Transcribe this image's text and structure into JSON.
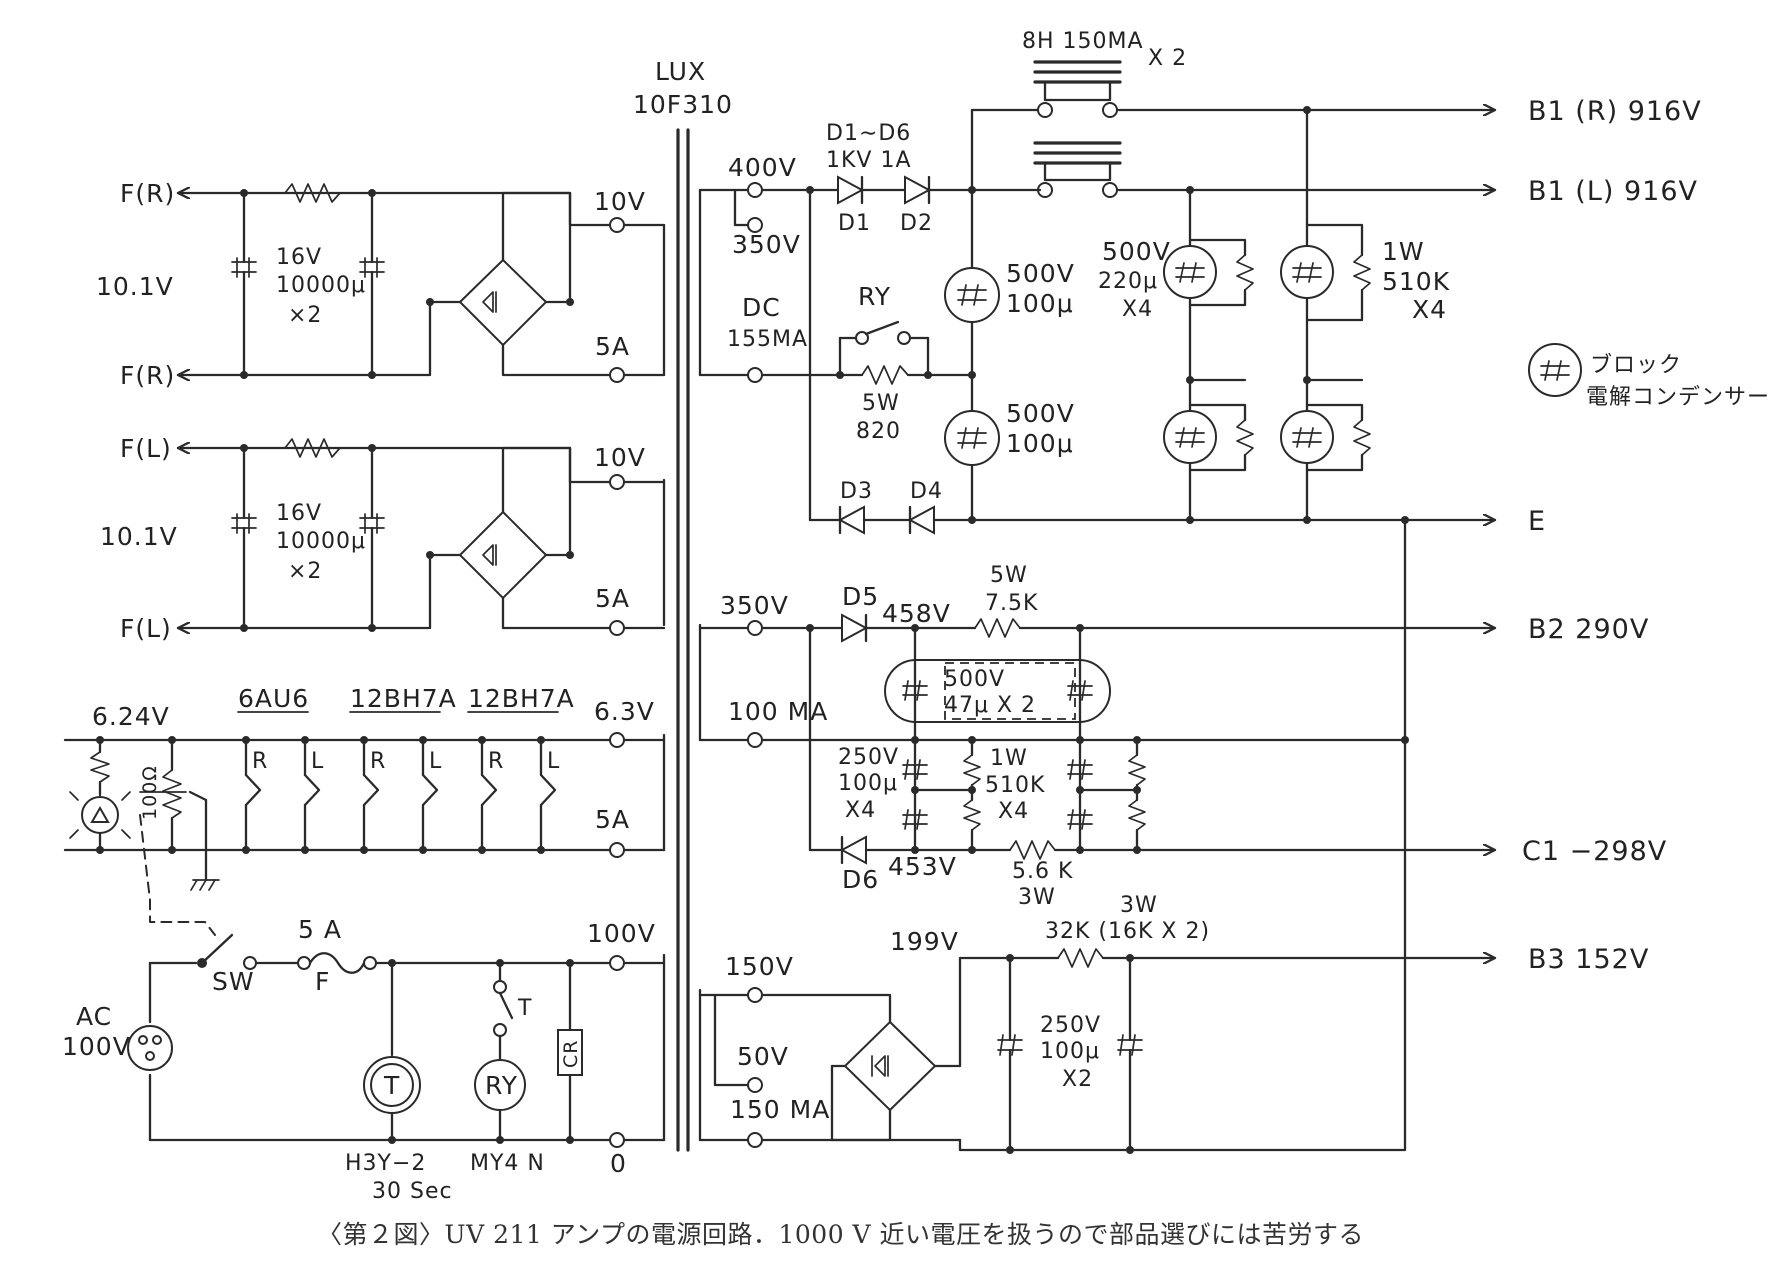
{
  "transformer": {
    "name": "LUX",
    "model": "10F310"
  },
  "heater_supplies": [
    {
      "ac_label": "10V",
      "current_label": "5A",
      "voltage": "10.1V",
      "cap_voltage": "16V",
      "cap_value": "10000μ",
      "cap_count": "×2",
      "out_pos": "F(R)",
      "out_neg": "F(R)"
    },
    {
      "ac_label": "10V",
      "current_label": "5A",
      "voltage": "10.1V",
      "cap_voltage": "16V",
      "cap_value": "10000μ",
      "cap_count": "×2",
      "out_pos": "F(L)",
      "out_neg": "F(L)"
    }
  ],
  "tube_heater": {
    "voltage": "6.24V",
    "ac_label": "6.3V",
    "current_label": "5A",
    "pot": "100Ω",
    "tubes": [
      "6AU6",
      "12BH7A",
      "12BH7A"
    ],
    "channels": [
      "R",
      "L"
    ]
  },
  "mains": {
    "switch": "SW",
    "fuse_rating": "5 A",
    "fuse_label": "F",
    "input": "AC",
    "input_voltage": "100V",
    "primary_hi": "100V",
    "primary_lo": "0",
    "timer_contact": "T",
    "timer": "T",
    "relay": "RY",
    "cr": "CR",
    "timer_model": "H3Y−2",
    "timer_delay": "30 Sec",
    "relay_model": "MY4 N"
  },
  "b1_supply": {
    "tap_high": "400V",
    "tap_low": "350V",
    "dc_label": "DC",
    "dc_current": "155MA",
    "diode_group": "D1∼D6",
    "diode_rating": "1KV 1A",
    "diodes": [
      "D1",
      "D2",
      "D3",
      "D4"
    ],
    "relay": "RY",
    "resistor_power": "5W",
    "resistor_value": "820",
    "choke": "8H 150MA",
    "choke_count": "X 2",
    "filter_voltage": "500V",
    "filter_value": "100μ",
    "block_voltage": "500V",
    "block_value": "220μ",
    "block_count": "X4",
    "bleeder_power": "1W",
    "bleeder_value": "510K",
    "bleeder_count": "X4",
    "outputs": [
      "B1 (R) 916V",
      "B1 (L) 916V",
      "E"
    ]
  },
  "b2_supply": {
    "tap": "350V",
    "current": "100 MA",
    "diodes": [
      "D5",
      "D6"
    ],
    "pos_voltage": "458V",
    "neg_voltage": "453V",
    "drop_power": "5W",
    "drop_value": "7.5K",
    "cap_pair": "500V",
    "cap_pair_value": "47μ X 2",
    "neg_cap_voltage": "250V",
    "neg_cap_value": "100μ",
    "neg_cap_count": "X4",
    "bleeder_power": "1W",
    "bleeder_value": "510K",
    "bleeder_count": "X4",
    "c_drop_value": "5.6 K",
    "c_drop_power": "3W",
    "outputs": [
      "B2 290V",
      "C1 −298V"
    ]
  },
  "b3_supply": {
    "tap_high": "150V",
    "tap_low": "50V",
    "current": "150 MA",
    "voltage": "199V",
    "drop_power": "3W",
    "drop_value": "32K (16K X 2)",
    "cap_voltage": "250V",
    "cap_value": "100μ",
    "cap_count": "X2",
    "output": "B3 152V"
  },
  "legend": {
    "line1": "ブロック",
    "line2": "電解コンデンサー"
  },
  "caption": "〈第２図〉UV 211 アンプの電源回路．1000 V 近い電圧を扱うので部品選びには苦労する"
}
